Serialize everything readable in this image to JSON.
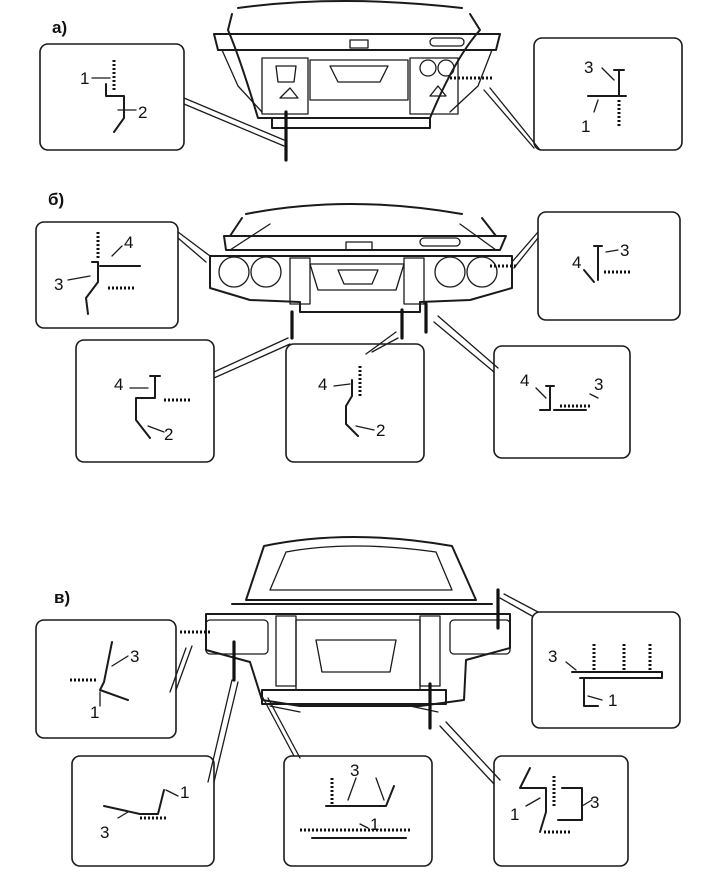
{
  "sections": [
    {
      "id": "a",
      "label": "а)"
    },
    {
      "id": "b",
      "label": "б)"
    },
    {
      "id": "v",
      "label": "в)"
    }
  ],
  "callouts": {
    "a_left": [
      "1",
      "2"
    ],
    "a_right": [
      "3",
      "1"
    ],
    "b_left": [
      "4",
      "3"
    ],
    "b_right": [
      "4",
      "3"
    ],
    "b_bottom1": [
      "4",
      "2"
    ],
    "b_bottom2": [
      "4",
      "2"
    ],
    "b_bottom3": [
      "4",
      "3"
    ],
    "v_left": [
      "3",
      "1"
    ],
    "v_right": [
      "3",
      "1"
    ],
    "v_bottom1": [
      "1",
      "3"
    ],
    "v_bottom2": [
      "3",
      "1"
    ],
    "v_bottom3": [
      "1",
      "3"
    ]
  }
}
